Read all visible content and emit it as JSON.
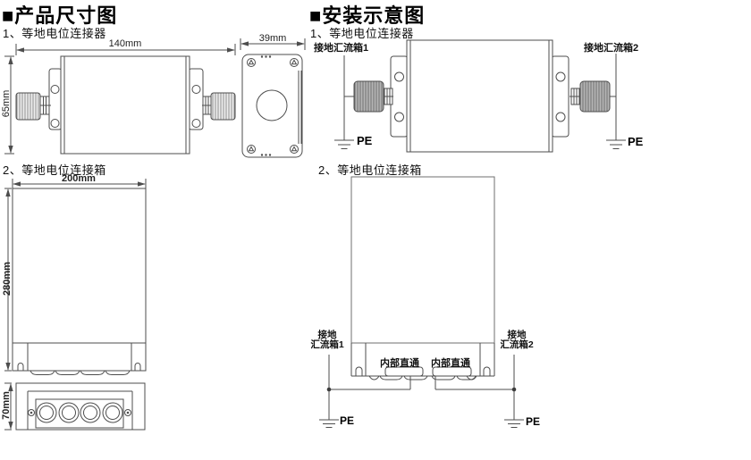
{
  "product_section": {
    "title": "■产品尺寸图",
    "item1": "1、等地电位连接器",
    "item2": "2、等地电位连接箱",
    "connector": {
      "width": "140mm",
      "height": "65mm",
      "depth": "39mm"
    },
    "box": {
      "width": "200mm",
      "height": "280mm",
      "depth": "70mm"
    }
  },
  "install_section": {
    "title": "■安装示意图",
    "item1": "1、等地电位连接器",
    "item2": "2、等地电位连接箱",
    "connector": {
      "bus1": "接地汇流箱1",
      "bus2": "接地汇流箱2",
      "pe1": "PE",
      "pe2": "PE"
    },
    "box": {
      "bus1_line1": "接地",
      "bus1_line2": "汇流箱1",
      "bus2_line1": "接地",
      "bus2_line2": "汇流箱2",
      "pass1": "内部直通",
      "pass2": "内部直通",
      "pe1": "PE",
      "pe2": "PE"
    }
  },
  "colors": {
    "line": "#4d4d4d",
    "text": "#000000"
  }
}
